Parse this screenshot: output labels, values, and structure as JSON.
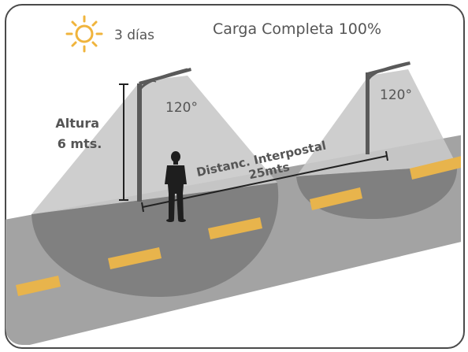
{
  "header": {
    "autonomy": "3 días",
    "charge": "Carga Completa 100%"
  },
  "height_label": {
    "line1": "Altura",
    "line2": "6 mts."
  },
  "angle_left": "120°",
  "angle_right": "120°",
  "distance_label": {
    "line1": "Distanc. Interpostal",
    "line2": "25mts"
  },
  "icons": [
    "sun-icon",
    "street-light-icon",
    "person-silhouette-icon"
  ],
  "colors": {
    "road": "#a3a3a3",
    "light_cone": "#c9c9c9",
    "lit_area": "#7c7c7c",
    "lane_marking": "#e8b44c",
    "sun": "#f0b43c",
    "pole": "#5a5a5a"
  }
}
